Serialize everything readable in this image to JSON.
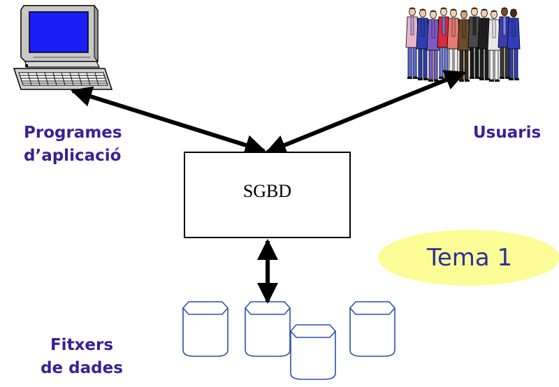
{
  "diagram": {
    "nodes": {
      "programs": {
        "line1": "Programes",
        "line2": "d’aplicació",
        "icon": "computer-icon"
      },
      "users": {
        "label": "Usuaris",
        "icon": "people-group-icon"
      },
      "dbms": {
        "label": "SGBD"
      },
      "files": {
        "line1": "Fitxers",
        "line2": "de dades",
        "icon": "data-file-cylinder-icon"
      }
    },
    "topic_badge": {
      "label": "Tema 1"
    },
    "edges": [
      {
        "from": "programs",
        "to": "dbms",
        "type": "bidirectional"
      },
      {
        "from": "users",
        "to": "dbms",
        "type": "bidirectional"
      },
      {
        "from": "dbms",
        "to": "files",
        "type": "bidirectional"
      }
    ],
    "colors": {
      "label_text": "#3a1f97",
      "cylinder_stroke": "#2a4fb0",
      "badge_fill": "#fcfc96",
      "badge_text": "#2f2f9f",
      "arrow": "#000000"
    }
  }
}
